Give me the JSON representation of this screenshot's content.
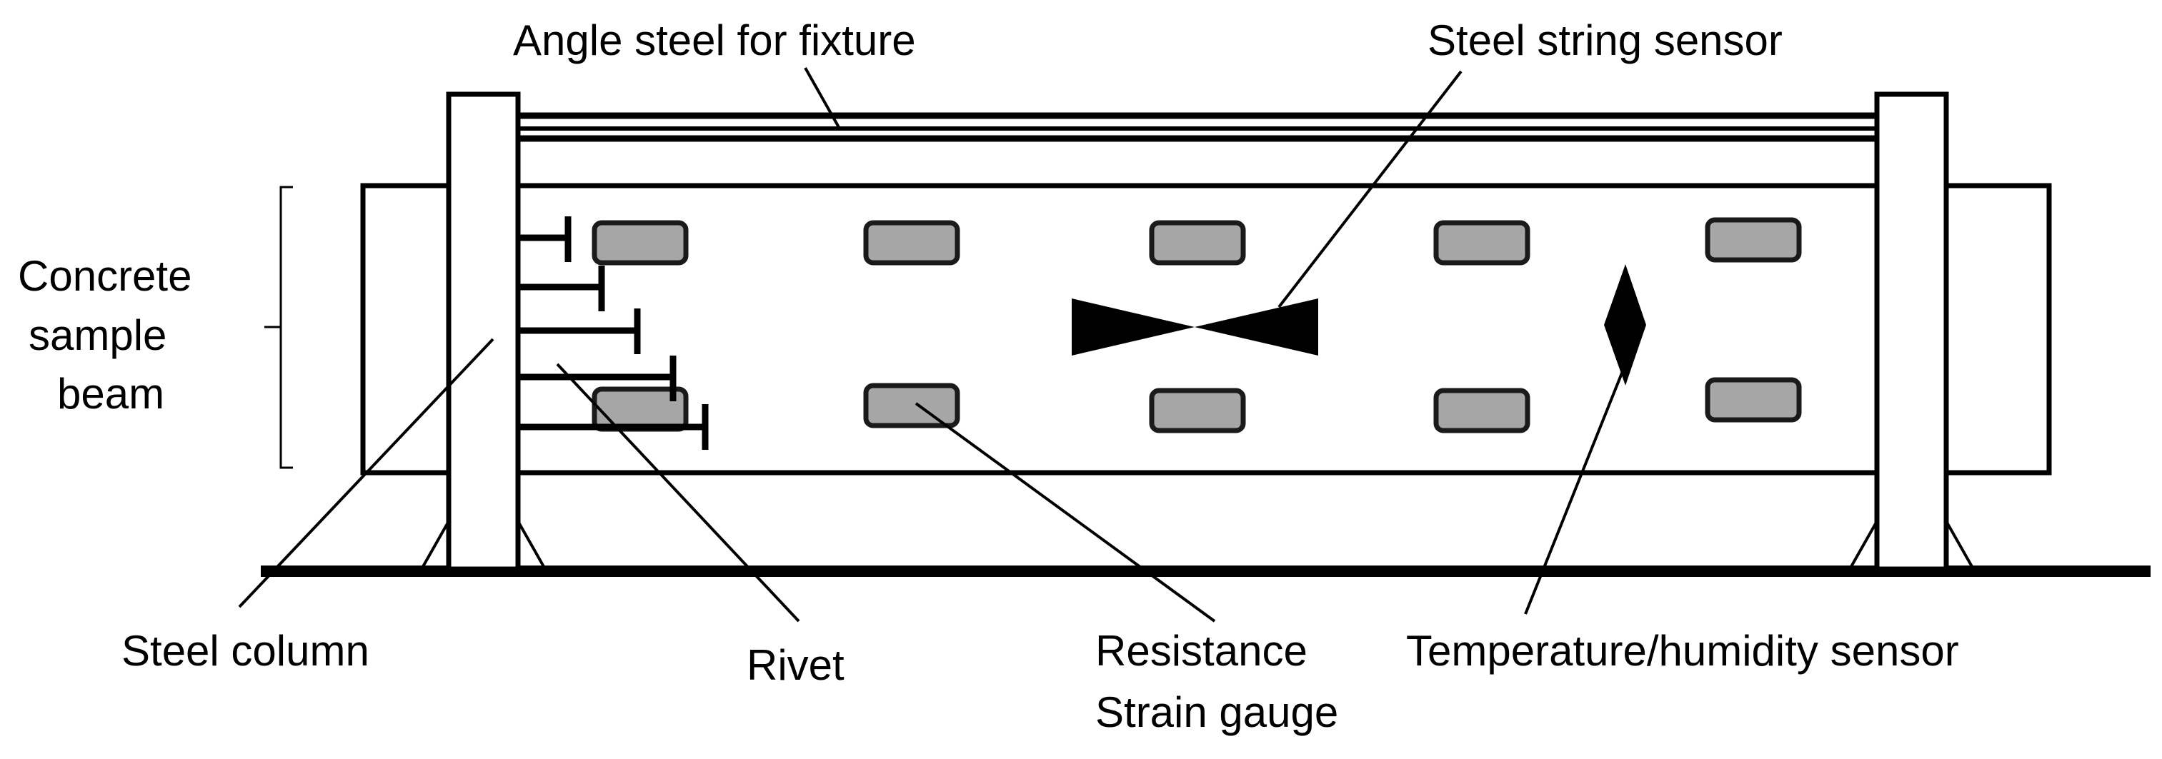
{
  "labels": {
    "angle_steel": "Angle steel for fixture",
    "steel_string_sensor": "Steel string sensor",
    "concrete_beam_line1": "Concrete",
    "concrete_beam_line2": "sample",
    "concrete_beam_line3": "beam",
    "steel_column": "Steel column",
    "rivet": "Rivet",
    "strain_gauge_line1": "Resistance",
    "strain_gauge_line2": "Strain gauge",
    "temp_humidity_sensor": "Temperature/humidity sensor"
  },
  "colors": {
    "stroke": "#000000",
    "gauge_fill": "#a6a6a6",
    "background": "#ffffff"
  }
}
